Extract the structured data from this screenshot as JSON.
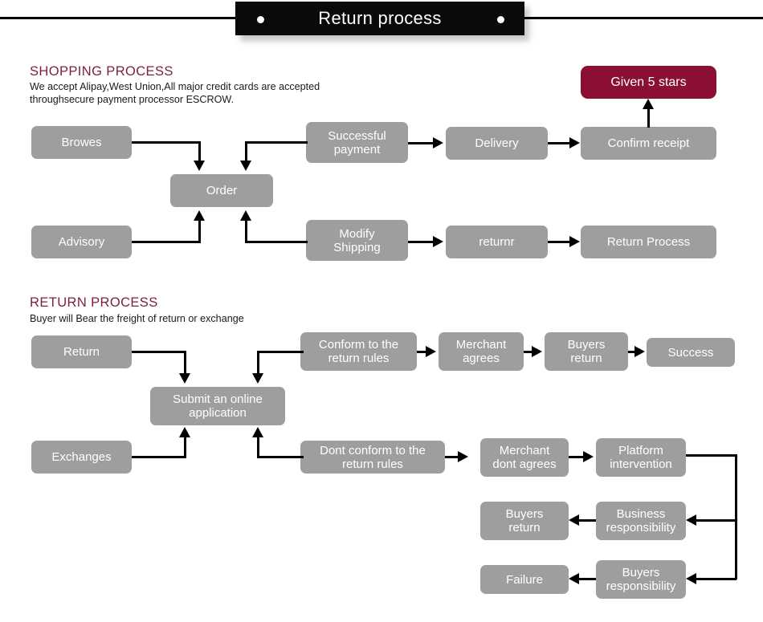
{
  "header": {
    "title": "Return process",
    "dot_left": "bullet-dot",
    "dot_right": "bullet-dot"
  },
  "shopping_section": {
    "title": "SHOPPING PROCESS",
    "description": "We accept Alipay,West Union,All major credit cards are accepted\nthroughsecure payment processor ESCROW.",
    "boxes": [
      {
        "id": "browes",
        "label": "Browes"
      },
      {
        "id": "order",
        "label": "Order"
      },
      {
        "id": "successful",
        "label": "Successful\npayment"
      },
      {
        "id": "delivery",
        "label": "Delivery"
      },
      {
        "id": "confirm-receipt",
        "label": "Confirm receipt"
      },
      {
        "id": "given-5-stars",
        "label": "Given 5 stars"
      },
      {
        "id": "advisory",
        "label": "Advisory"
      },
      {
        "id": "modify-shipping",
        "label": "Modify\nShipping"
      },
      {
        "id": "returnr",
        "label": "returnr"
      },
      {
        "id": "return-process",
        "label": "Return Process"
      }
    ]
  },
  "return_section": {
    "title": "RETURN PROCESS",
    "description": "Buyer will Bear the freight of return or exchange",
    "boxes": [
      {
        "id": "return",
        "label": "Return"
      },
      {
        "id": "submit-application",
        "label": "Submit an online\napplication"
      },
      {
        "id": "conform-rules",
        "label": "Conform to the\nreturn rules"
      },
      {
        "id": "merchant-agrees",
        "label": "Merchant\nagrees"
      },
      {
        "id": "buyers-return-top",
        "label": "Buyers\nreturn"
      },
      {
        "id": "success",
        "label": "Success"
      },
      {
        "id": "exchanges",
        "label": "Exchanges"
      },
      {
        "id": "dont-conform-rules",
        "label": "Dont conform to the\nreturn rules"
      },
      {
        "id": "merchant-dont-agrees",
        "label": "Merchant\ndont agrees"
      },
      {
        "id": "platform-intervention",
        "label": "Platform\nintervention"
      },
      {
        "id": "business-responsibility",
        "label": "Business\nresponsibility"
      },
      {
        "id": "buyers-return-bottom",
        "label": "Buyers\nreturn"
      },
      {
        "id": "buyers-responsibility",
        "label": "Buyers\nresponsibility"
      },
      {
        "id": "failure",
        "label": "Failure"
      }
    ]
  },
  "colors": {
    "box_gray": "#9e9e9e",
    "accent_maroon": "#8b0f32",
    "heading_maroon": "#7d1f3c",
    "banner_black": "#0a0a0a",
    "connector_black": "#000000",
    "box_text": "#ffffff"
  }
}
